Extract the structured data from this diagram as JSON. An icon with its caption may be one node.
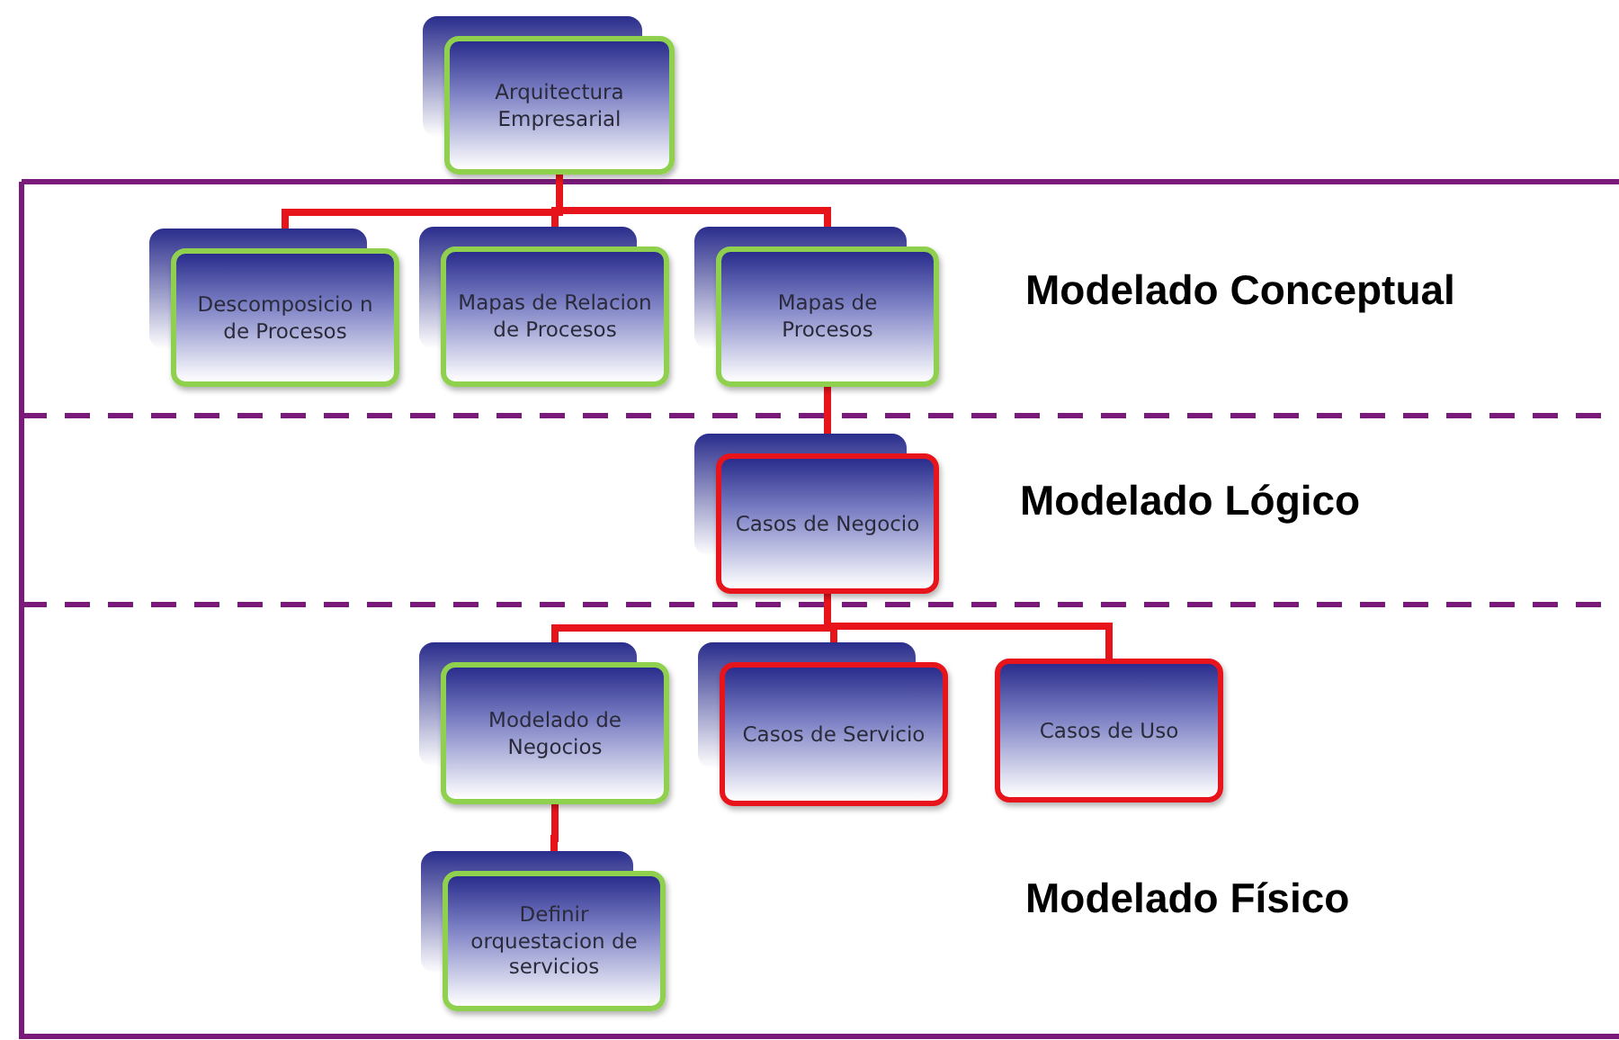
{
  "diagram": {
    "nodes": [
      {
        "text": [
          "Arquitectura Empresarial"
        ]
      },
      {
        "text": [
          "Descomposicio n de Procesos"
        ]
      },
      {
        "text": [
          "Mapas de Relacion de Procesos"
        ]
      },
      {
        "text": [
          "Mapas de Procesos"
        ]
      },
      {
        "text": [
          "Casos de Negocio"
        ]
      },
      {
        "text": [
          "Modelado de Negocios"
        ]
      },
      {
        "text": [
          "Casos de Servicio"
        ]
      },
      {
        "text": [
          "Casos de Uso"
        ]
      },
      {
        "text": [
          "Definir orquestacion de servicios"
        ]
      }
    ],
    "edges": [
      {
        "from": 0,
        "to": 1,
        "arrow": "none"
      },
      {
        "from": 0,
        "to": 2,
        "arrow": "none"
      },
      {
        "from": 0,
        "to": 3,
        "arrow": "none"
      },
      {
        "from": 3,
        "to": 4,
        "arrow": "none"
      },
      {
        "from": 4,
        "to": 5,
        "arrow": "none"
      },
      {
        "from": 4,
        "to": 6,
        "arrow": "none"
      },
      {
        "from": 4,
        "to": 7,
        "arrow": "none"
      },
      {
        "from": 5,
        "to": 8,
        "arrow": "none"
      }
    ],
    "labels": [
      "Modelado Conceptual",
      "Modelado Lógico",
      "Modelado Físico"
    ]
  }
}
